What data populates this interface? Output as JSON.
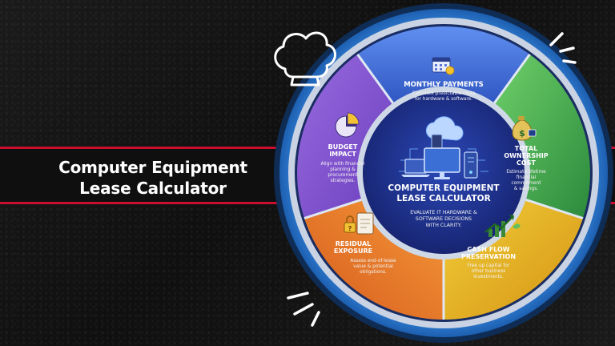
{
  "title": {
    "line1": "Computer Equipment",
    "line2": "Lease Calculator"
  },
  "center": {
    "line1": "COMPUTER EQUIPMENT",
    "line2": "LEASE CALCULATOR",
    "sub1": "EVALUATE IT HARDWARE &",
    "sub2": "SOFTWARE DECISIONS",
    "sub3": "WITH CLARITY."
  },
  "segments": {
    "monthly": {
      "title": "MONTHLY PAYMENTS",
      "desc1": "Calculate predictable costs",
      "desc2": "for hardware & software.",
      "color": "#3f6fd8",
      "icon": "calendar-icon"
    },
    "ownership": {
      "title1": "TOTAL",
      "title2": "OWNERSHIP",
      "title3": "COST",
      "desc1": "Estimate lifetime",
      "desc2": "financial",
      "desc3": "commitment",
      "desc4": "& savings.",
      "color": "#3aa84f",
      "icon": "money-bag-icon"
    },
    "cashflow": {
      "title1": "CASH FLOW",
      "title2": "PRESERVATION",
      "desc1": "Free up capital for",
      "desc2": "other business",
      "desc3": "investments.",
      "color": "#e0b21c",
      "icon": "growth-chart-icon"
    },
    "residual": {
      "title1": "RESIDUAL",
      "title2": "EXPOSURE",
      "desc1": "Assess end-of-lease",
      "desc2": "value & potential",
      "desc3": "obligations.",
      "color": "#e8742a",
      "icon": "document-lock-icon"
    },
    "budget": {
      "title1": "BUDGET",
      "title2": "IMPACT",
      "desc1": "Align with financial",
      "desc2": "planning &",
      "desc3": "procurement",
      "desc4": "strategies.",
      "color": "#7b4fc9",
      "icon": "pie-chart-icon"
    }
  },
  "colors": {
    "band_border": "#c8102e",
    "ring_outer": "#2f7fd6",
    "center": "#1f2f8a"
  }
}
